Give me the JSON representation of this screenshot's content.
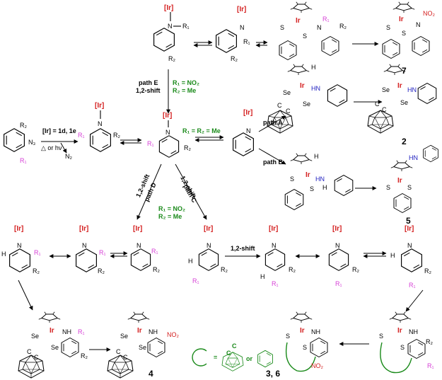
{
  "labels": {
    "ir": "[Ir]",
    "ir_center": "Ir",
    "r1": "R₁",
    "r2": "R₂",
    "n3": "N₃",
    "n2": "N₂",
    "n": "N",
    "hn": "HN",
    "nh": "NH",
    "no2": "NO₂",
    "s": "S",
    "se": "Se",
    "c": "C",
    "h": "H",
    "equals": "=",
    "or": "or"
  },
  "conditions": {
    "start": "[Ir] = 1d, 1e",
    "heat": "△ or hν",
    "path_e": "path E",
    "shift_e": "1,2-shift",
    "r1_no2_e": "R₁ = NO₂",
    "r2_me_e": "R₂ = Me",
    "r1r2_me": "R₁ = R₂ = Me",
    "path_a": "path A",
    "path_b": "path B",
    "shift_d": "1,2-shift",
    "path_d": "path D",
    "shift_c": "1,2-shift",
    "path_c": "path C",
    "r1_no2_cd": "R₁ = NO₂",
    "r2_me_cd": "R₂ = Me",
    "shift_mid": "1,2-shift"
  },
  "compounds": {
    "c7": "7",
    "c2": "2",
    "c5": "5",
    "c4": "4",
    "c36": "3, 6"
  },
  "colors": {
    "ir": "#d42020",
    "r_group": "#d63fd6",
    "condition": "#1a8a1a",
    "text": "#000000",
    "amine": "#2020c0"
  }
}
